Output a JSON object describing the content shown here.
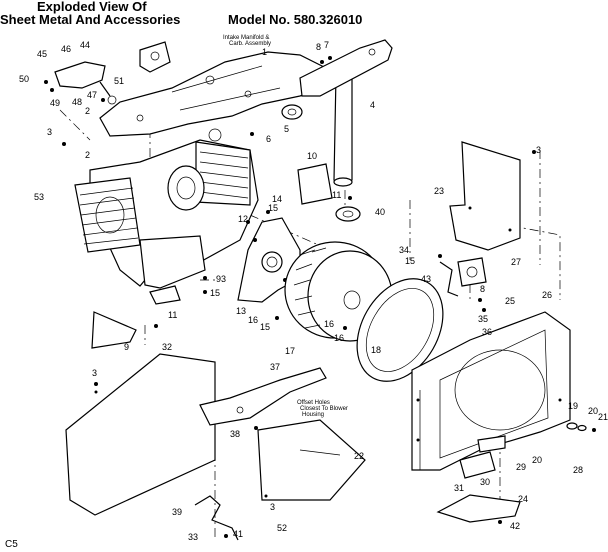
{
  "header": {
    "title_line1": "Exploded View Of",
    "title_line2": "Sheet Metal And Accessories",
    "model": "Model No. 580.326010"
  },
  "notes": {
    "intake_line1": "Intake Manifold &",
    "intake_line2": "Carb. Assembly",
    "offset_line1": "Offset Holes",
    "offset_line2": "Closest To Blower",
    "offset_line3": "Housing"
  },
  "page_code": "C5",
  "part_callouts": [
    "1",
    "2",
    "2",
    "3",
    "3",
    "3",
    "3",
    "4",
    "5",
    "6",
    "7",
    "8",
    "8",
    "9",
    "10",
    "11",
    "11",
    "12",
    "13",
    "14",
    "15",
    "15",
    "15",
    "15",
    "16",
    "16",
    "16",
    "17",
    "18",
    "19",
    "20",
    "20",
    "21",
    "22",
    "23",
    "24",
    "25",
    "26",
    "27",
    "28",
    "29",
    "30",
    "31",
    "32",
    "33",
    "34",
    "35",
    "36",
    "37",
    "38",
    "39",
    "40",
    "41",
    "42",
    "43",
    "44",
    "45",
    "46",
    "47",
    "48",
    "49",
    "50",
    "51",
    "52",
    "53",
    "93"
  ]
}
